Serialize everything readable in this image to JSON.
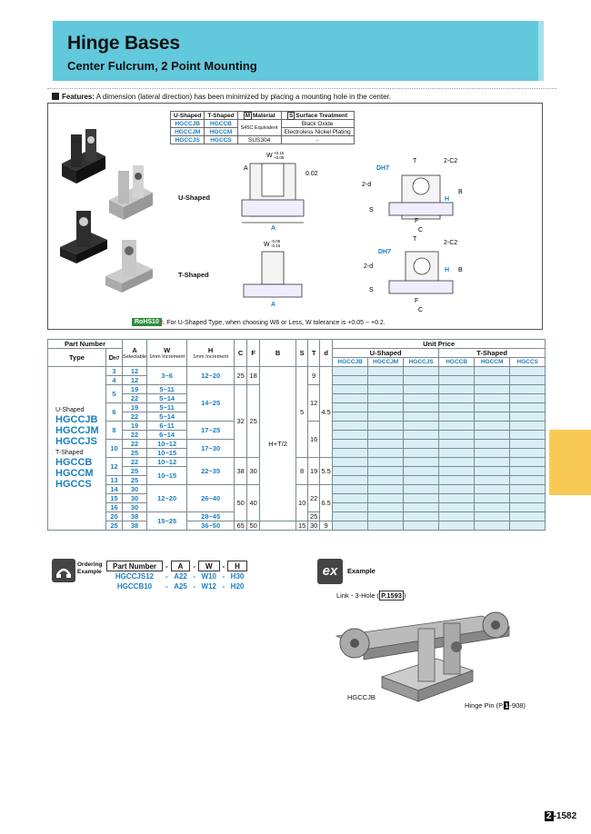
{
  "header": {
    "title": "Hinge Bases",
    "subtitle": "Center Fulcrum, 2 Point Mounting"
  },
  "features": {
    "label": "Features:",
    "text": "A dimension (lateral direction) has been minimized by placing a mounting hole in the center."
  },
  "material_table": {
    "headers": [
      "U-Shaped",
      "T-Shaped",
      "Material",
      "Surface Treatment"
    ],
    "material_marker": "M",
    "surface_marker": "S",
    "rows": [
      [
        "HGCCJB",
        "HGCCB",
        "S45C Equivalent",
        "Black Oxide"
      ],
      [
        "HGCCJM",
        "HGCCM",
        "",
        "Electroless Nickel Plating"
      ],
      [
        "HGCCJS",
        "HGCCS",
        "SUS304",
        "-"
      ]
    ]
  },
  "drawing_labels": {
    "u_shaped": "U-Shaped",
    "t_shaped": "T-Shaped",
    "w_tol1": "W",
    "w_tol1_up": "+0.15",
    "w_tol1_dn": "+0.05",
    "flat": "0.02",
    "datum": "A",
    "w_tol2": "W",
    "w_tol2_up": "-0.05",
    "w_tol2_dn": "-0.15",
    "dh7": "DH7",
    "c2": "2-C2",
    "d2": "2-d",
    "a": "A",
    "t": "T",
    "f": "F",
    "c": "C",
    "b": "B",
    "h": "H",
    "s": "S"
  },
  "rohs": "RoHS10",
  "note": "For U-Shaped Type, when choosing W6 or Less, W tolerance is +0.05 ~ +0.2.",
  "main_table": {
    "h_part_number": "Part Number",
    "h_type": "Type",
    "h_d": "D",
    "h_d_sub": "H7",
    "h_a": "A",
    "h_a_sub": "Selectable",
    "h_w": "W",
    "h_w_sub": "1mm Increment",
    "h_h": "H",
    "h_h_sub": "1mm Increment",
    "h_c": "C",
    "h_f": "F",
    "h_b": "B",
    "h_s": "S",
    "h_t": "T",
    "h_dd": "d",
    "h_unit_price": "Unit Price",
    "h_u": "U-Shaped",
    "h_t_shaped": "T-Shaped",
    "price_cols": [
      "HGCCJB",
      "HGCCJM",
      "HGCCJS",
      "HGCCB",
      "HGCCM",
      "HGCCS"
    ],
    "type_u": "U-Shaped",
    "u_parts": [
      "HGCCJB",
      "HGCCJM",
      "HGCCJS"
    ],
    "type_t": "T-Shaped",
    "t_parts": [
      "HGCCB",
      "HGCCM",
      "HGCCS"
    ],
    "b_formula": "H+T/2",
    "rows": [
      {
        "D": "3",
        "A": "12"
      },
      {
        "D": "4",
        "A": "12"
      },
      {
        "D": "5",
        "A": "19"
      },
      {
        "D": "",
        "A": "22"
      },
      {
        "D": "6",
        "A": "19"
      },
      {
        "D": "",
        "A": "22"
      },
      {
        "D": "8",
        "A": "19"
      },
      {
        "D": "",
        "A": "22"
      },
      {
        "D": "10",
        "A": "22"
      },
      {
        "D": "",
        "A": "25"
      },
      {
        "D": "12",
        "A": "22"
      },
      {
        "D": "",
        "A": "25"
      },
      {
        "D": "13",
        "A": "25"
      },
      {
        "D": "14",
        "A": "30"
      },
      {
        "D": "15",
        "A": "30"
      },
      {
        "D": "16",
        "A": "30"
      },
      {
        "D": "20",
        "A": "38"
      },
      {
        "D": "25",
        "A": "38"
      }
    ],
    "w_values": [
      "3~6",
      "5~11",
      "5~14",
      "5~11",
      "5~14",
      "6~11",
      "6~14",
      "10~12",
      "10~15",
      "10~12",
      "10~15",
      "12~20",
      "15~25"
    ],
    "h_values": [
      "12~20",
      "14~25",
      "17~25",
      "17~30",
      "22~35",
      "26~40",
      "28~45",
      "36~50"
    ],
    "c_values": [
      "25",
      "32",
      "38",
      "50",
      "65"
    ],
    "f_values": [
      "18",
      "25",
      "30",
      "40",
      "50"
    ],
    "s_values": [
      "5",
      "8",
      "10",
      "15"
    ],
    "t_values": [
      "9",
      "12",
      "16",
      "19",
      "22",
      "25",
      "30"
    ],
    "d_values": [
      "4.5",
      "5.5",
      "6.5",
      "9"
    ]
  },
  "ordering": {
    "label1": "Ordering",
    "label2": "Example",
    "headers": [
      "Part Number",
      "-",
      "A",
      "-",
      "W",
      "-",
      "H"
    ],
    "rows": [
      [
        "HGCCJS12",
        "-",
        "A22",
        "-",
        "W10",
        "-",
        "H30"
      ],
      [
        "HGCCB10",
        "-",
        "A25",
        "-",
        "W12",
        "-",
        "H20"
      ]
    ]
  },
  "example": {
    "icon": "ex",
    "label": "Example",
    "link": "Link - 3-Hole (",
    "link_page": "P.1593",
    "link_end": ")",
    "part": "HGCCJB",
    "pin": "Hinge Pin (P.",
    "pin_page": "1",
    "pin_end": "-908)"
  },
  "page": {
    "section": "2",
    "number": "-1582"
  },
  "colors": {
    "header": "#62c8dc",
    "accent_blue": "#1a7fc1",
    "price_cell": "#d9eff6",
    "side_tab": "#f8ca55",
    "rohs": "#2f8d3d"
  }
}
